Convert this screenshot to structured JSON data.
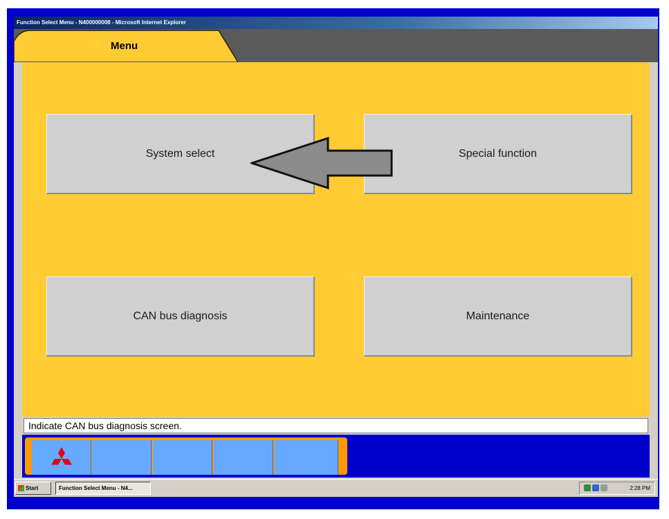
{
  "window": {
    "title": "Function Select Menu - N400000008 - Microsoft Internet Explorer"
  },
  "tab": {
    "label": "Menu"
  },
  "menu": {
    "system_select": "System select",
    "special_function": "Special function",
    "can_bus_diagnosis": "CAN bus diagnosis",
    "maintenance": "Maintenance"
  },
  "status": {
    "message": "Indicate CAN bus diagnosis screen."
  },
  "taskbar": {
    "start_label": "Start",
    "task_label": "Function Select Menu - N4...",
    "clock": "2:28 PM"
  },
  "icons": {
    "logo": "mitsubishi-logo-icon",
    "arrow": "left-arrow-icon"
  },
  "colors": {
    "background": "#ffcc33",
    "tab_bar": "#5a5a5a",
    "toolbar": "#0000cc",
    "tool_button": "#66aaff",
    "tool_strip": "#ff9900",
    "logo": "#e60012",
    "button": "#d0d0d0"
  }
}
